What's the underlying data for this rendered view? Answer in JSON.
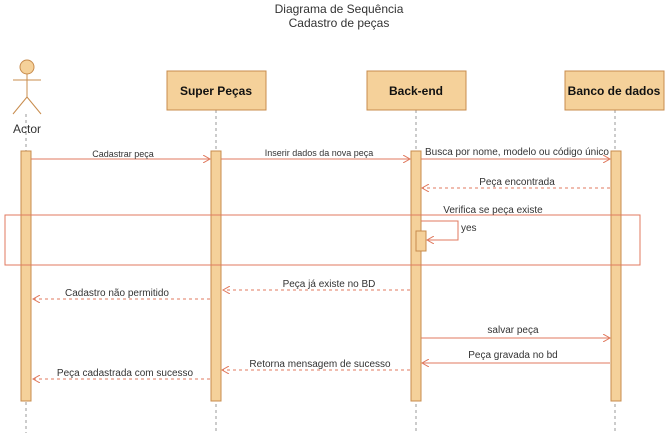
{
  "title": {
    "line1": "Diagrama de Sequência",
    "line2": "Cadastro de peças"
  },
  "participants": {
    "actor": "Actor",
    "super_pecas": "Super Peças",
    "backend": "Back-end",
    "database": "Banco de dados"
  },
  "messages": {
    "cadastrar_peca": "Cadastrar peça",
    "inserir_dados": "Inserir dados da nova peça",
    "busca": "Busca por nome, modelo ou código único",
    "peca_encontrada": "Peça encontrada",
    "verifica": "Verifica se peça existe",
    "yes": "yes",
    "peca_ja_existe": "Peça já existe no BD",
    "cadastro_nao_permitido": "Cadastro não permitido",
    "salvar_peca": "salvar peça",
    "peca_gravada": "Peça gravada no bd",
    "retorna_mensagem": "Retorna mensagem de sucesso",
    "peca_cadastrada": "Peça cadastrada com sucesso"
  },
  "colors": {
    "box_fill": "#f5d19a",
    "box_stroke": "#c88c4d",
    "line": "#e07a5f",
    "lifeline": "#999999",
    "frame": "#e07a5f"
  }
}
